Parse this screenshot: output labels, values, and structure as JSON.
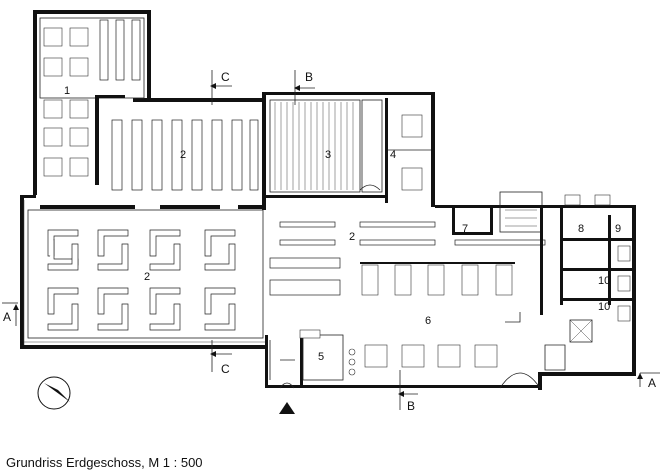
{
  "caption": "Grundriss Erdgeschoss, M 1 : 500",
  "rooms": {
    "r1": "1",
    "r2a": "2",
    "r2b": "2",
    "r2c": "2",
    "r3": "3",
    "r4": "4",
    "r5": "5",
    "r6": "6",
    "r7": "7",
    "r8": "8",
    "r9": "9",
    "r10a": "10",
    "r10b": "10"
  },
  "section_markers": {
    "a_left": "A",
    "a_right": "A",
    "b_top": "B",
    "b_bottom": "B",
    "c_top": "C",
    "c_bottom": "C"
  },
  "icons": {
    "north": "north-arrow-icon",
    "entrance": "entrance-triangle-icon"
  }
}
